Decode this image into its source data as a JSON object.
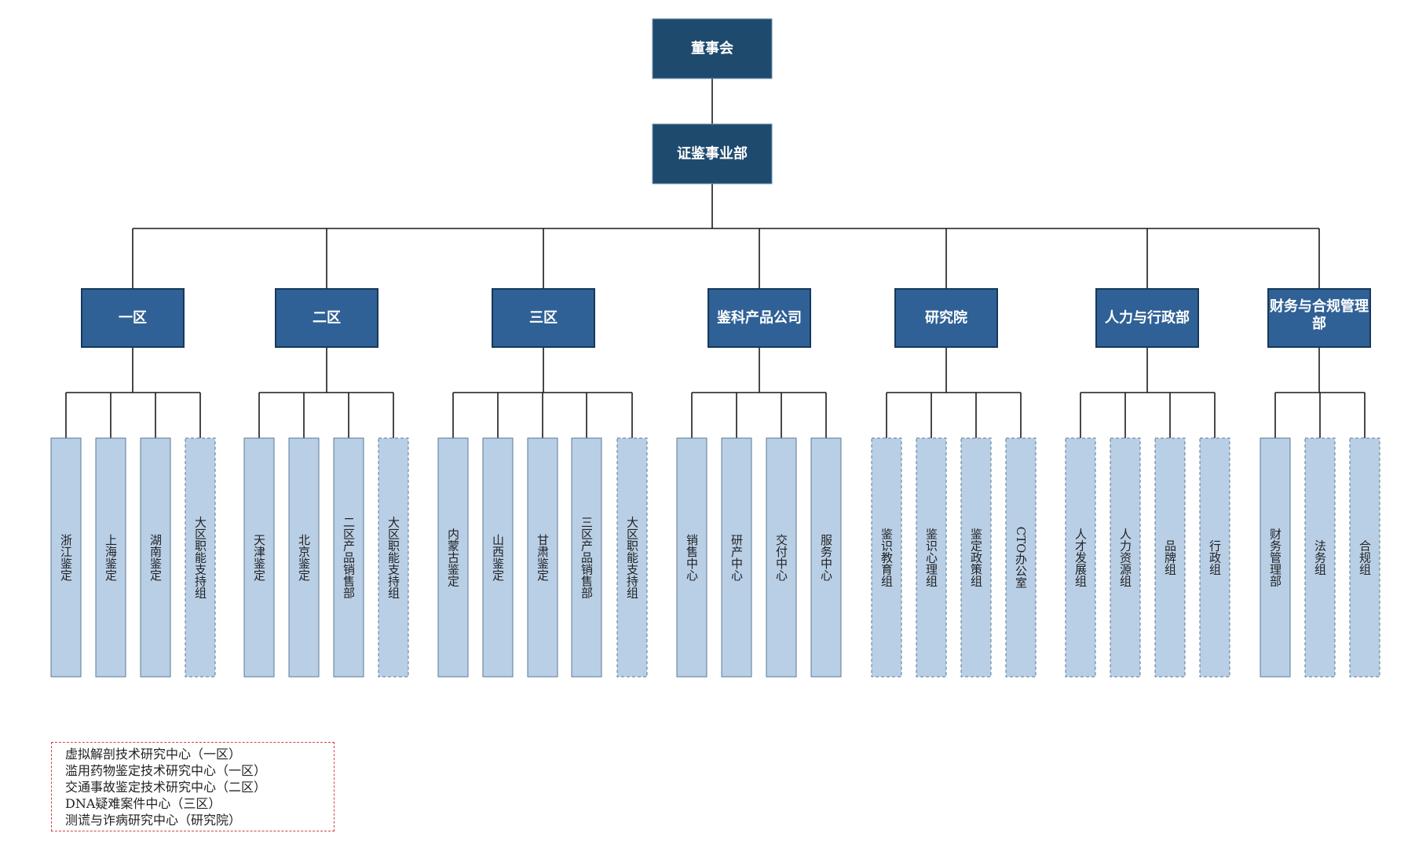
{
  "root": "董事会",
  "division": "证鉴事业部",
  "departments": [
    {
      "name": "一区",
      "children": [
        {
          "name": "浙江鉴定",
          "dashed": false
        },
        {
          "name": "上海鉴定",
          "dashed": false
        },
        {
          "name": "湖南鉴定",
          "dashed": false
        },
        {
          "name": "大区职能支持组",
          "dashed": true
        }
      ]
    },
    {
      "name": "二区",
      "children": [
        {
          "name": "天津鉴定",
          "dashed": false
        },
        {
          "name": "北京鉴定",
          "dashed": false
        },
        {
          "name": "二区产品销售部",
          "dashed": false
        },
        {
          "name": "大区职能支持组",
          "dashed": true
        }
      ]
    },
    {
      "name": "三区",
      "children": [
        {
          "name": "内蒙古鉴定",
          "dashed": false
        },
        {
          "name": "山西鉴定",
          "dashed": false
        },
        {
          "name": "甘肃鉴定",
          "dashed": false
        },
        {
          "name": "三区产品销售部",
          "dashed": false
        },
        {
          "name": "大区职能支持组",
          "dashed": true
        }
      ]
    },
    {
      "name": "鉴科产品公司",
      "children": [
        {
          "name": "销售中心",
          "dashed": false
        },
        {
          "name": "研产中心",
          "dashed": false
        },
        {
          "name": "交付中心",
          "dashed": false
        },
        {
          "name": "服务中心",
          "dashed": false
        }
      ]
    },
    {
      "name": "研究院",
      "children": [
        {
          "name": "鉴识教育组",
          "dashed": true
        },
        {
          "name": "鉴识心理组",
          "dashed": true
        },
        {
          "name": "鉴定政策组",
          "dashed": true
        },
        {
          "name": "CTO办公室",
          "dashed": true
        }
      ]
    },
    {
      "name": "人力与行政部",
      "children": [
        {
          "name": "人才发展组",
          "dashed": true
        },
        {
          "name": "人力资源组",
          "dashed": true
        },
        {
          "name": "品牌组",
          "dashed": true
        },
        {
          "name": "行政组",
          "dashed": true
        }
      ]
    },
    {
      "name": "财务与合规管理部",
      "children": [
        {
          "name": "财务管理部",
          "dashed": false
        },
        {
          "name": "法务组",
          "dashed": true
        },
        {
          "name": "合规组",
          "dashed": true
        }
      ]
    }
  ],
  "note": [
    "虚拟解剖技术研究中心（一区）",
    "滥用药物鉴定技术研究中心（一区）",
    "交通事故鉴定技术研究中心（二区）",
    "DNA疑难案件中心（三区）",
    "测谎与诈病研究中心（研究院）"
  ],
  "colors": {
    "top_box": "#1e4a6e",
    "dept_box": "#2f6196",
    "leaf_box": "#b9cfe6",
    "note_border": "#d0404a"
  }
}
